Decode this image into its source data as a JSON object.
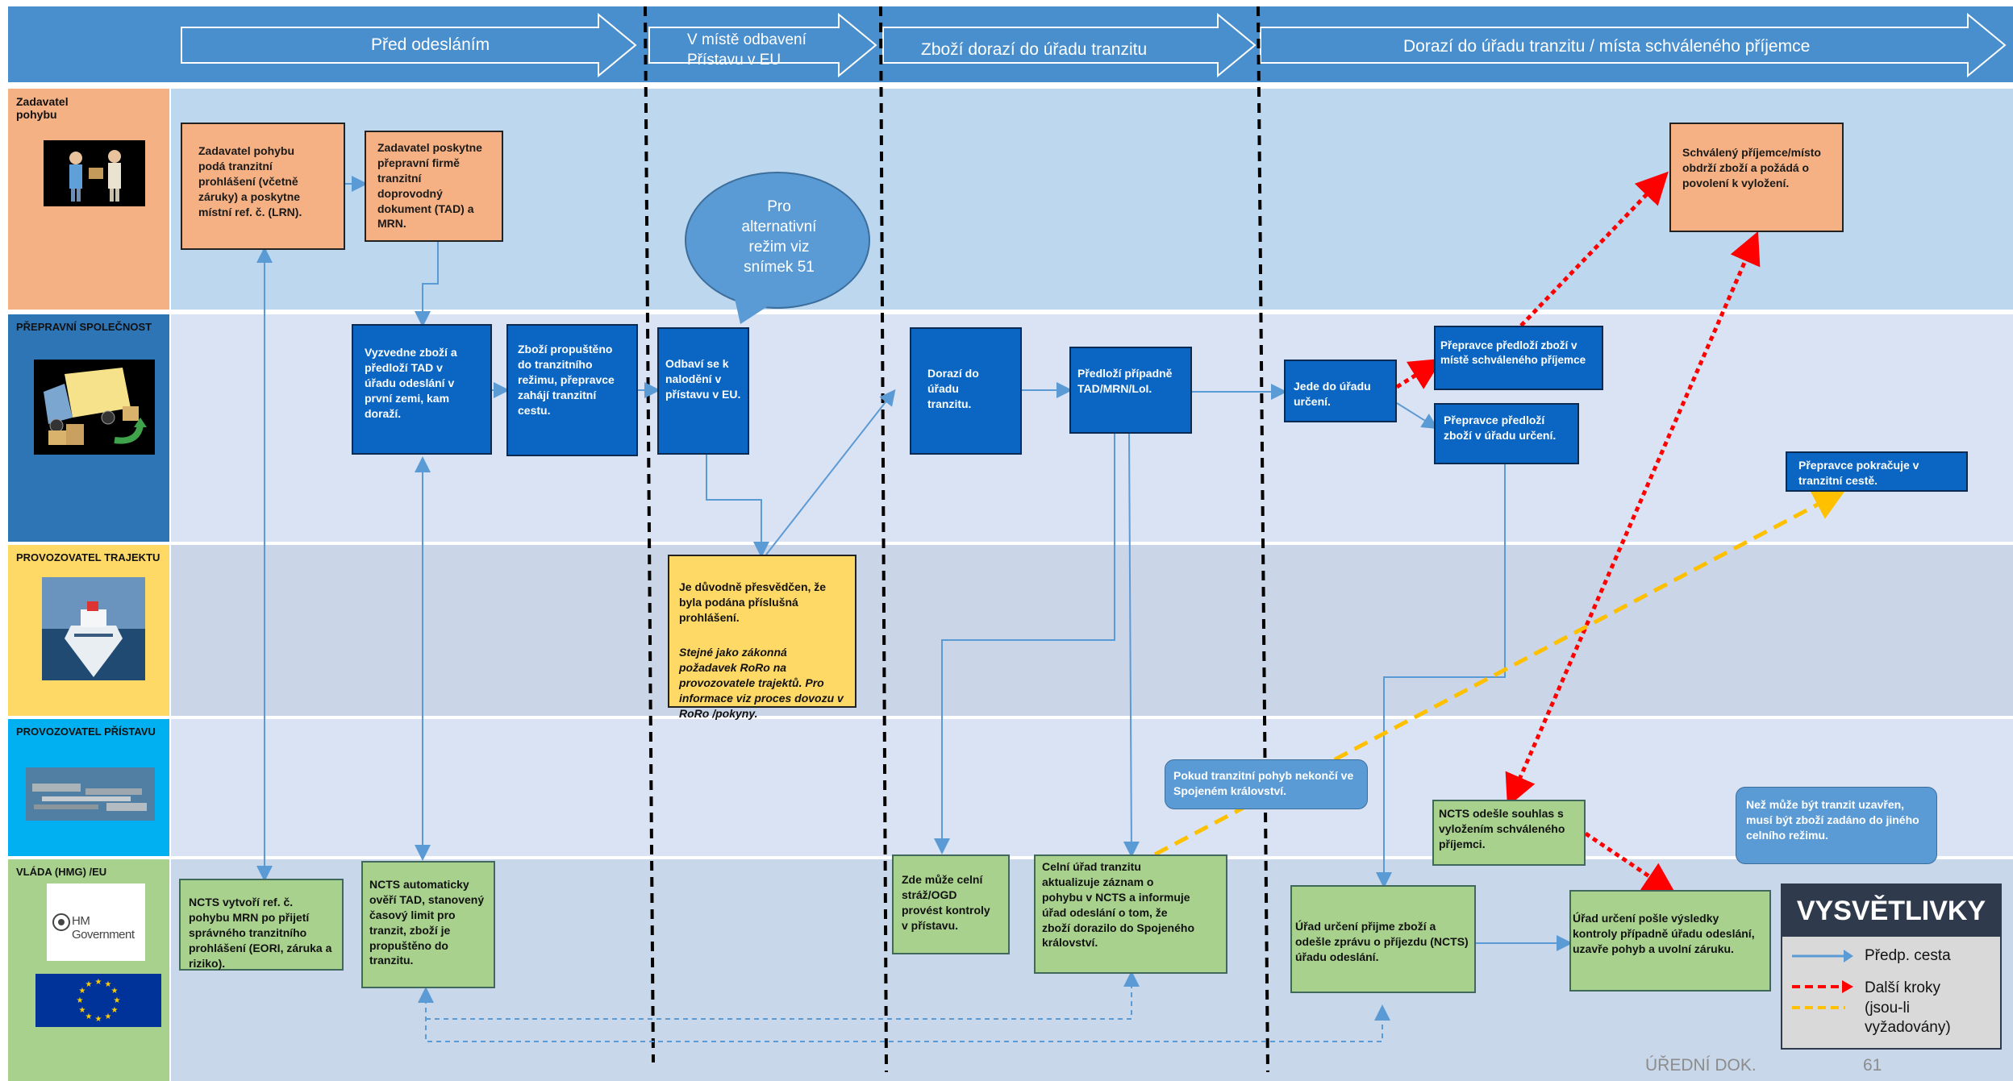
{
  "phases": [
    {
      "label": "Před odesláním"
    },
    {
      "label": "V místě odbavení\nPřístavu v EU"
    },
    {
      "label": "Zboží dorazí do úřadu tranzitu"
    },
    {
      "label": "Dorazí do úřadu tranzitu / místa schváleného příjemce"
    }
  ],
  "lanes": [
    {
      "title": "Zadavatel\npohybu",
      "icon": "people-handing-package-icon"
    },
    {
      "title": "PŘEPRAVNÍ SPOLEČNOST",
      "icon": "delivery-truck-icon"
    },
    {
      "title": "PROVOZOVATEL TRAJEKTU",
      "icon": "ferry-ship-icon"
    },
    {
      "title": "PROVOZOVATEL PŘÍSTAVU",
      "icon": "port-aerial-icon"
    },
    {
      "title": "VLÁDA (HMG) /EU",
      "icon": "hm-government-logo"
    }
  ],
  "hmg_logo_text": "HM Government",
  "bubble": "Pro\nalternativní\nrežim viz\nsnímek 51",
  "boxes": {
    "o1": "Zadavatel pohybu\npodá tranzitní\nprohlášení (včetně\nzáruky) a poskytne\nmístní ref. č. (LRN).",
    "o2": "Zadavatel poskytne\npřepravní firmě\ntranzitní\ndoprovodný\ndokument  (TAD) a\nMRN.",
    "o3": "Schválený příjemce/místo\nobdrží zboží a požádá o\npovolení k vyložení.",
    "b1": "Vyzvedne zboží a\npředloží TAD v\núřadu odeslání v\nprvní zemi, kam\ndoraží.",
    "b2": "Zboží propuštěno\ndo tranzitního\nrežimu, přepravce\nzahájí tranzitní\ncestu.",
    "b3": "Odbaví se k\nnalodění v\npřístavu v EU.",
    "b4": "Dorazí do\núřadu\ntranzitu.",
    "b5": "Předloží případně\nTAD/MRN/LoI.",
    "b6": "Jede do úřadu\nurčení.",
    "b7": "Přepravce předloží zboží v\nmístě schváleného příjemce",
    "b8": "Přepravce předloží\nzboží v úřadu určení.",
    "b9": "Přepravce pokračuje v\ntranzitní cestě.",
    "y1_main": "Je důvodně přesvědčen, že\nbyla podána příslušná\nprohlášení.",
    "y1_italic": "Stejné jako zákonná\npožadavek RoRo na\nprovozovatele trajektů. Pro\ninformace viz proces dovozu v\nRoRo /pokyny.",
    "g1": "NCTS vytvoří ref. č.\npohybu MRN po přijetí\nsprávného tranzitního\nprohlášení (EORI, záruka a\nriziko).",
    "g2": "NCTS automaticky\nověří TAD, stanovený\nčasový limit pro\ntranzit, zboží je\npropuštěno do\ntranzitu.",
    "g3": "Zde může celní\nstráž/OGD\nprovést kontroly\nv přístavu.",
    "g4": "Celní úřad tranzitu\naktualizuje záznam o\npohybu v NCTS a informuje\núřad odeslání o tom, že\nzboží dorazilo do Spojeného\nkrálovství.",
    "g5": "NCTS  odešle souhlas s\nvyložením schváleného\npříjemci.",
    "g6": "Úřad určení přijme zboží a\nodešle zprávu o příjezdu (NCTS)\núřadu odeslání.",
    "g7": "Úřad určení pošle výsledky\nkontroly případně úřadu odeslání,\nuzavře pohyb a uvolní záruku.",
    "n1": "Pokud tranzitní pohyb nekončí ve\nSpojeném království.",
    "n2": "Než může být tranzit uzavřen,\nmusí být zboží zadáno do jiného\ncelního režimu."
  },
  "legend": {
    "title": "VYSVĚTLIVKY",
    "solid": "Předp. cesta",
    "dashed": "Další kroky\n (jsou-li\nvyžadovány)"
  },
  "footer": {
    "label": "ÚŘEDNÍ DOK.",
    "page": "61"
  },
  "colors": {
    "orange": "#f5b183",
    "blue": "#0a66c2",
    "yellow": "#ffd966",
    "green": "#a9d18e",
    "arrow": "#5b9bd5",
    "red_dashed": "#ff0000",
    "yellow_dashed": "#ffc000"
  }
}
